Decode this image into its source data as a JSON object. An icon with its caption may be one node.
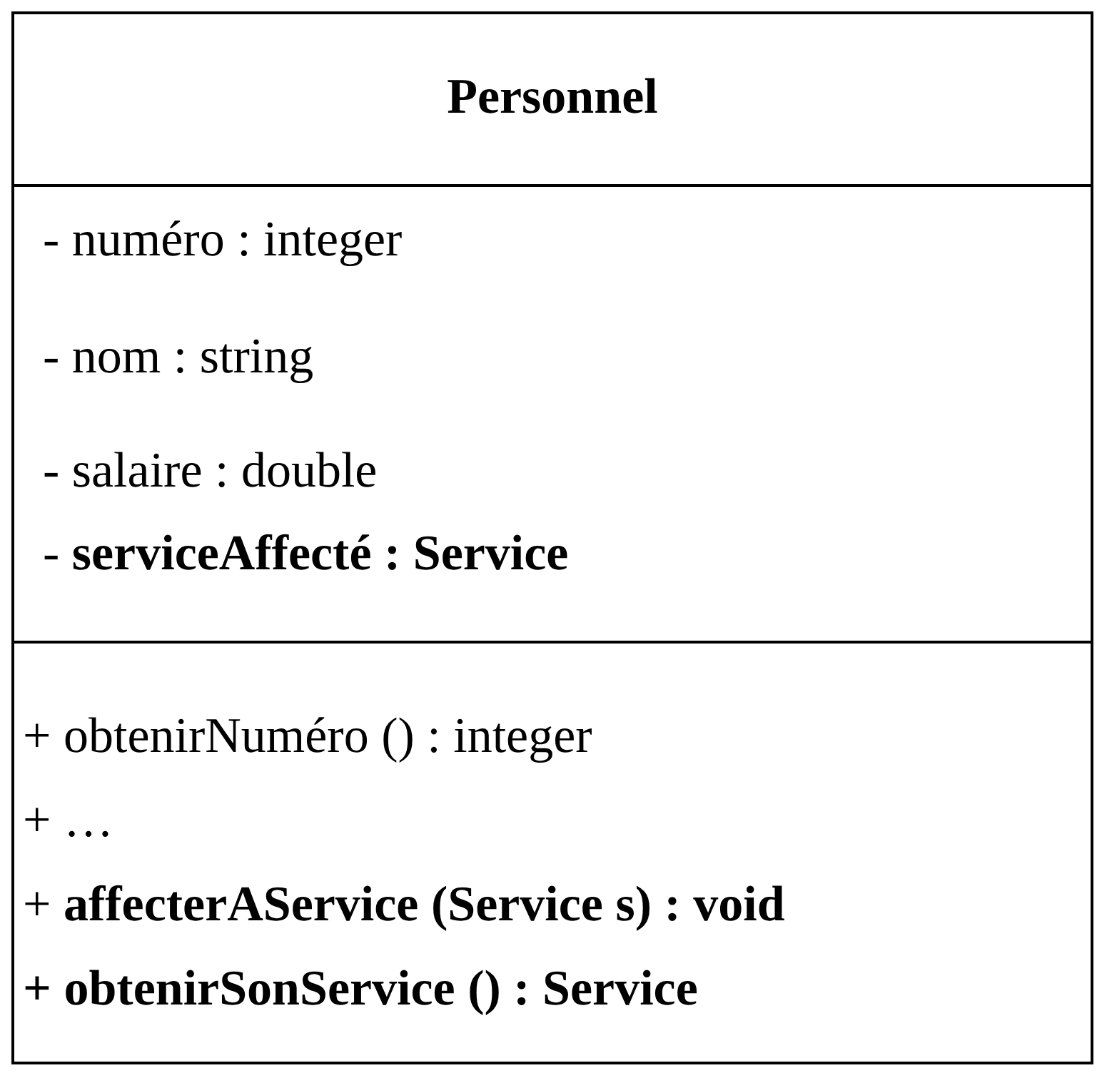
{
  "diagram": {
    "nodes": [
      {
        "text": [
          "Personnel",
          "- numéro : integer",
          "- nom : string",
          "- salaire : double",
          "- **serviceAffecté : Service**",
          "+ obtenirNuméro () : integer",
          "+ …",
          "+ **affecterAService (Service s) : void**",
          "**+ obtenirSonService () : Service**"
        ]
      }
    ]
  }
}
